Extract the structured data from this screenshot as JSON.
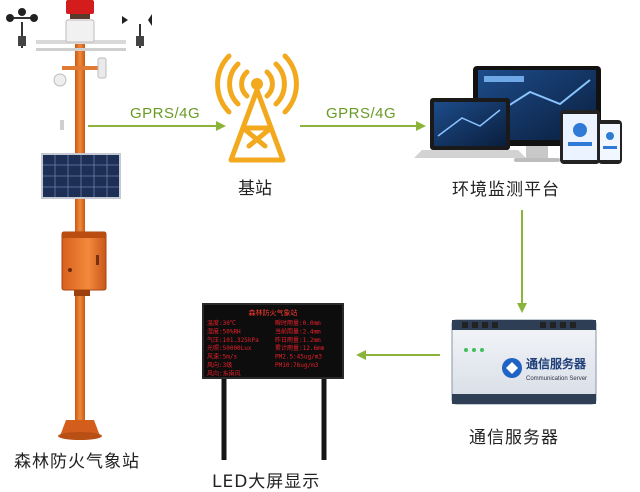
{
  "labels": {
    "station": "森林防火气象站",
    "base_station": "基站",
    "platform": "环境监测平台",
    "server": "通信服务器",
    "led": "LED大屏显示"
  },
  "links": {
    "gprs_left": "GPRS/4G",
    "gprs_right": "GPRS/4G"
  },
  "led_screen": {
    "title": "森林防火气象站",
    "rows": [
      [
        "温度:30℃",
        "瞬时雨量:0.0mm"
      ],
      [
        "湿度:50%RH",
        "当前雨量:2.4mm"
      ],
      [
        "气压:101.325kPa",
        "昨日雨量:1.2mm"
      ],
      [
        "光照:50000Lux",
        "累计雨量:12.6mm"
      ],
      [
        "风速:5m/s",
        "PM2.5:45ug/m3"
      ],
      [
        "风向:3级",
        "PM10:76ug/m3"
      ],
      [
        "风向:东南风",
        ""
      ]
    ]
  },
  "server_device": {
    "brand": "通信服务器",
    "subtitle": "Communication Server"
  },
  "colors": {
    "arrow": "#8db43a",
    "label_text": "#6a9a25",
    "pole": "#e8742a",
    "signal": "#f2a91e",
    "led_red": "#e8202a"
  }
}
